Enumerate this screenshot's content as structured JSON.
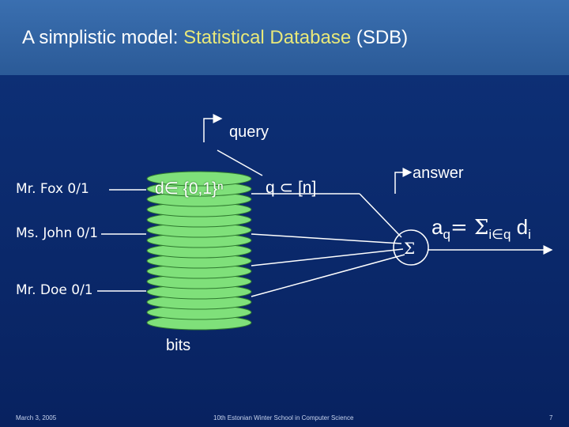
{
  "title": {
    "part1": "A simplistic model: ",
    "highlight": "Statistical Database",
    "part2": " (SDB)"
  },
  "labels": {
    "query": "query",
    "answer": "answer",
    "bits": "bits",
    "database_set": "d∈ {0,1}ⁿ",
    "query_set": "q ⊂ [n]",
    "sum_symbol": "Σ",
    "answer_formula_main": "a",
    "answer_formula_sub_q": "q",
    "answer_formula_eq": "= Σ",
    "answer_formula_sub_iq": "i∈q",
    "answer_formula_d": " d",
    "answer_formula_sub_i": "i"
  },
  "people": [
    {
      "label": "Mr. Fox 0/1"
    },
    {
      "label": "Ms. John 0/1"
    },
    {
      "label": "Mr. Doe 0/1"
    }
  ],
  "footer": {
    "date": "March 3, 2005",
    "event": "10th Estonian Winter School in Computer Science",
    "page": "7"
  },
  "colors": {
    "background": "#0b2a6b",
    "title_bar": "#2b5a97",
    "highlight": "#e8e87a",
    "database": "#7fe07a",
    "lines": "#ffffff"
  }
}
